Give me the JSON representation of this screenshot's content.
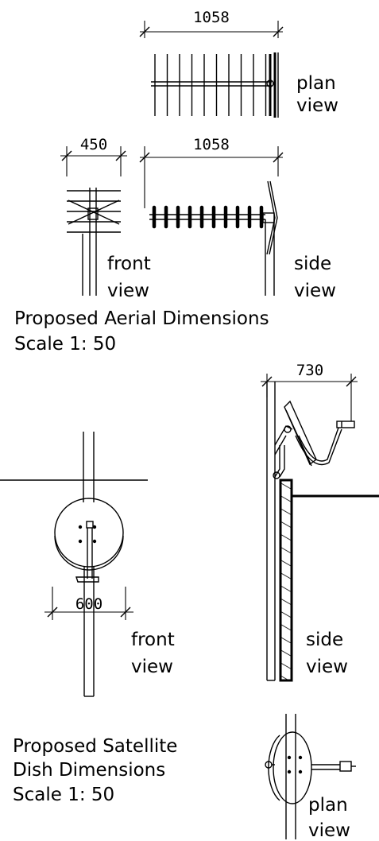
{
  "aerial": {
    "plan": {
      "dimension": "1058",
      "label_line1": "plan",
      "label_line2": "view"
    },
    "front": {
      "dimension": "450",
      "label_line1": "front",
      "label_line2": "view"
    },
    "side": {
      "dimension": "1058",
      "label_line1": "side",
      "label_line2": "view"
    },
    "caption_line1": "Proposed Aerial Dimensions",
    "caption_line2": "Scale 1: 50"
  },
  "satellite": {
    "front": {
      "dimension": "600",
      "label_line1": "front",
      "label_line2": "view"
    },
    "side": {
      "dimension": "730",
      "label_line1": "side",
      "label_line2": "view"
    },
    "plan": {
      "label_line1": "plan",
      "label_line2": "view"
    },
    "caption_line1": "Proposed Satellite",
    "caption_line2": "Dish Dimensions",
    "caption_line3": "Scale 1: 50"
  }
}
